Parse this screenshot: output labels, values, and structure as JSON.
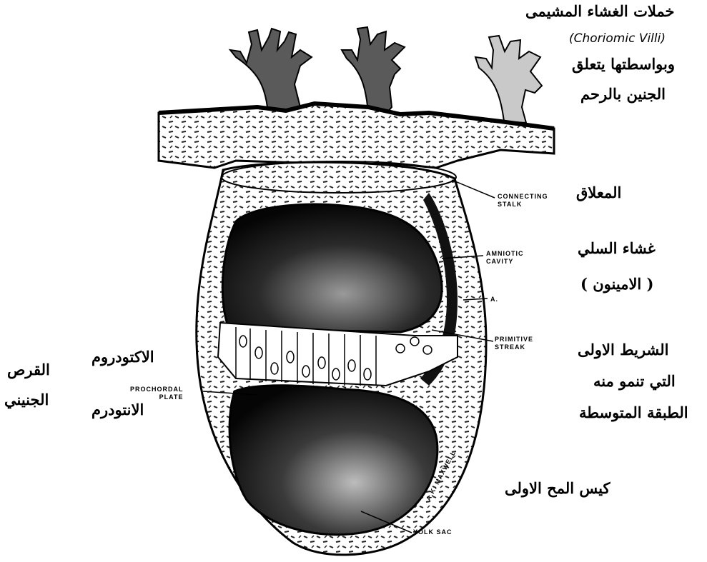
{
  "arabic": {
    "villi_line1": "خملات الغشاء المشيمى",
    "villi_latin": "(Choriomic Villi)",
    "villi_line2": "وبواسطتها يتعلق",
    "villi_line3": "الجنين بالرحم",
    "stalk": "المعلاق",
    "amnion_line1": "غشاء السلي",
    "amnion_line2": "( الامينون )",
    "streak_line1": "الشريط الاولى",
    "streak_line2": "التي تنمو منه",
    "streak_line3": "الطبقة المتوسطة",
    "ectoderm": "الاكتودروم",
    "disc_line1": "القرص",
    "disc_line2": "الجنيني",
    "endoderm": "الانتودرم",
    "yolk": "كيس المح الاولى"
  },
  "labels": {
    "connecting_1": "CONNECTING",
    "connecting_2": "STALK",
    "amniotic_1": "AMNIOTIC",
    "amniotic_2": "CAVITY",
    "a": "A.",
    "primitive_1": "PRIMITIVE",
    "primitive_2": "STREAK",
    "prochordal_1": "PROCHORDAL",
    "prochordal_2": "PLATE",
    "yolk_sac": "YOLK SAC",
    "signature": "A.K. MAXWELL"
  },
  "colors": {
    "ink": "#000000",
    "tissue": "#6e6e6e",
    "paper": "#ffffff"
  }
}
